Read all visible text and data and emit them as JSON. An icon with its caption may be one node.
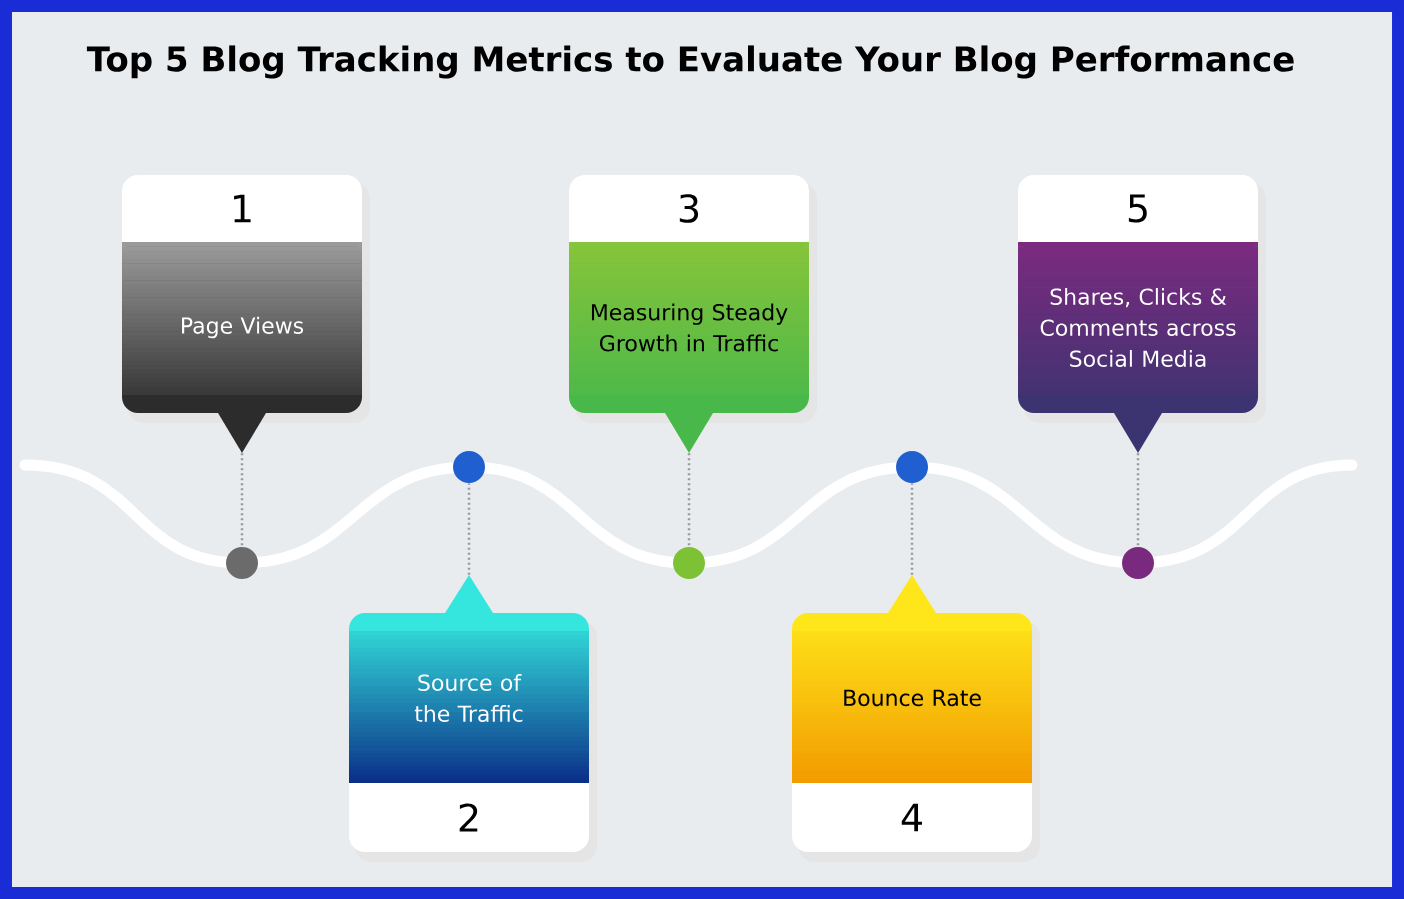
{
  "diagram": {
    "title": "Top 5 Blog Tracking Metrics to Evaluate Your Blog Performance",
    "nodes": [
      {
        "text": [
          "1",
          "Page Views"
        ]
      },
      {
        "text": [
          "Source of the Traffic",
          "2"
        ]
      },
      {
        "text": [
          "3",
          "Measuring Steady Growth in Traffic"
        ]
      },
      {
        "text": [
          "Bounce Rate",
          "4"
        ]
      },
      {
        "text": [
          "5",
          "Shares, Clicks & Comments across Social Media"
        ]
      },
      {
        "text": [],
        "shape": "circle"
      },
      {
        "text": [],
        "shape": "circle"
      },
      {
        "text": [],
        "shape": "circle"
      },
      {
        "text": [],
        "shape": "circle"
      },
      {
        "text": [],
        "shape": "circle"
      }
    ],
    "edges": [
      {
        "from": 0,
        "to": 5,
        "arrow": "none"
      },
      {
        "from": 1,
        "to": 6,
        "arrow": "none"
      },
      {
        "from": 2,
        "to": 7,
        "arrow": "none"
      },
      {
        "from": 3,
        "to": 8,
        "arrow": "none"
      },
      {
        "from": 4,
        "to": 9,
        "arrow": "none"
      }
    ]
  }
}
